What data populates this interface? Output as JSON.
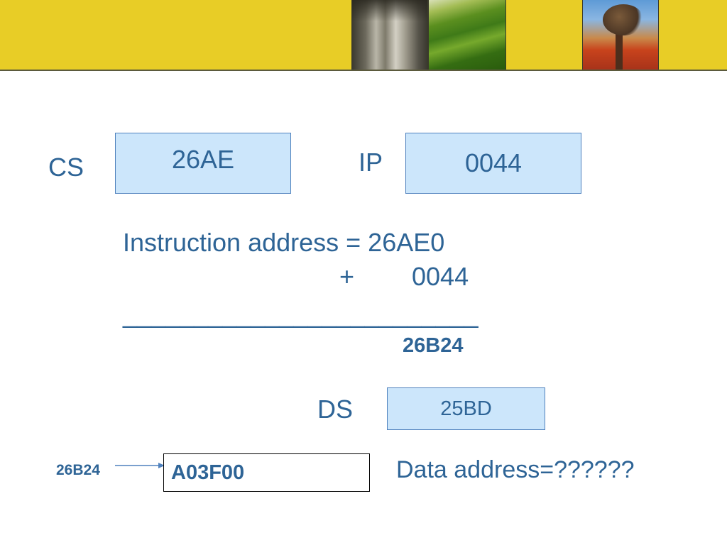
{
  "cs": {
    "label": "CS",
    "value": "26AE"
  },
  "ip": {
    "label": "IP",
    "value": "0044"
  },
  "calc": {
    "line1": "Instruction address = 26AE0",
    "plus": "+",
    "addend": "0044",
    "rule": "_________________________",
    "result": "26B24"
  },
  "ds": {
    "label": "DS",
    "value": "25BD"
  },
  "memory": {
    "address": "26B24",
    "content": "A03F00"
  },
  "question": "Data address=??????",
  "colors": {
    "text": "#2e6496",
    "box_fill": "#cce6fb",
    "box_border": "#4f81bd",
    "banner": "#e8cd26"
  }
}
